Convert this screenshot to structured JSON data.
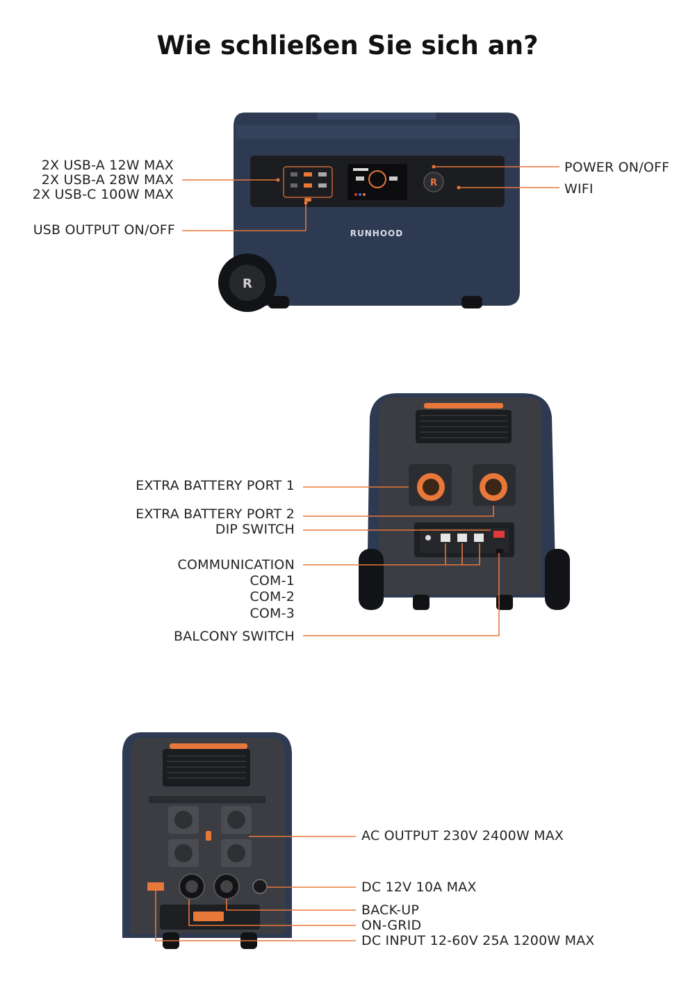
{
  "title": "Wie schließen Sie sich an?",
  "brand": "RUNHOOD",
  "colors": {
    "accent": "#e8773a",
    "body": "#2e3a52",
    "panel": "#1e1f22",
    "face": "#3a3c40"
  },
  "front": {
    "labels": {
      "usb_a_12": "2X USB-A 12W MAX",
      "usb_a_28": "2X USB-A 28W MAX",
      "usb_c_100": "2X USB-C 100W MAX",
      "usb_output": "USB OUTPUT ON/OFF",
      "power": "POWER ON/OFF",
      "wifi": "WIFI"
    }
  },
  "rear1": {
    "labels": {
      "battery1": "EXTRA BATTERY PORT 1",
      "battery2": "EXTRA BATTERY PORT 2",
      "dip": "DIP SWITCH",
      "comm": "COMMUNICATION",
      "com1": "COM-1",
      "com2": "COM-2",
      "com3": "COM-3",
      "balcony": "BALCONY SWITCH"
    }
  },
  "rear2": {
    "labels": {
      "ac": "AC OUTPUT 230V  2400W MAX",
      "dc12": "DC 12V 10A MAX",
      "backup": "BACK-UP",
      "ongrid": "ON-GRID",
      "dcin": "DC INPUT 12-60V 25A 1200W MAX"
    }
  }
}
